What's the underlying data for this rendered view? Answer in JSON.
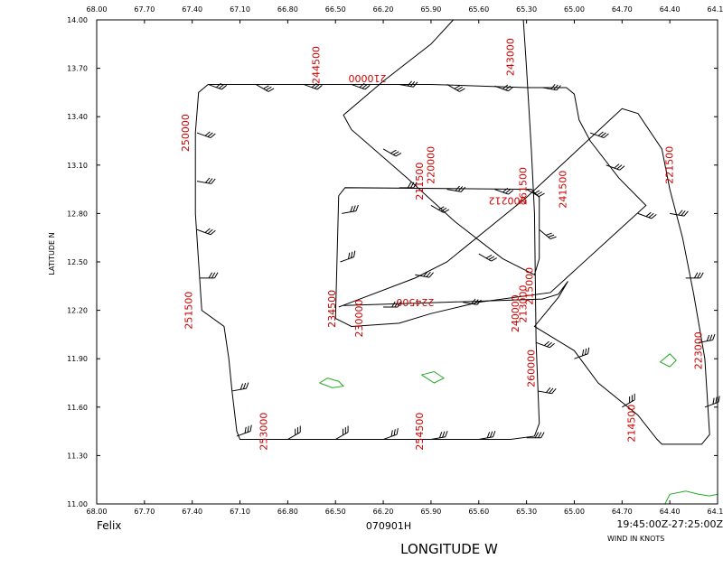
{
  "chart_data": {
    "type": "scatter",
    "title": "",
    "storm_name": "Felix",
    "flight_id": "070901H",
    "time_range": "19:45:00Z-27:25:00Z",
    "units_note": "WIND IN KNOTS",
    "xlabel": "LONGITUDE   W",
    "ylabel": "LATITUDE   N",
    "x_ticks": [
      "68.00",
      "67.70",
      "67.40",
      "67.10",
      "66.80",
      "66.50",
      "66.20",
      "65.90",
      "65.60",
      "65.30",
      "65.00",
      "64.70",
      "64.40",
      "64.10"
    ],
    "y_ticks": [
      "11.00",
      "11.30",
      "11.60",
      "11.90",
      "12.20",
      "12.50",
      "12.80",
      "13.10",
      "13.40",
      "13.70",
      "14.00"
    ],
    "xlim": [
      68.0,
      64.1
    ],
    "ylim": [
      11.0,
      14.0
    ],
    "grid": false,
    "legend": "none",
    "colors": {
      "track": "#000000",
      "time_label": "#cc0000",
      "coast": "#22aa22"
    },
    "flight_track": [
      {
        "lon": 65.76,
        "lat": 14.0
      },
      {
        "lon": 65.9,
        "lat": 13.85
      },
      {
        "lon": 66.2,
        "lat": 13.62
      },
      {
        "lon": 66.45,
        "lat": 13.41
      },
      {
        "lon": 66.4,
        "lat": 13.32
      },
      {
        "lon": 66.05,
        "lat": 13.02
      },
      {
        "lon": 65.75,
        "lat": 12.75
      },
      {
        "lon": 65.45,
        "lat": 12.52
      },
      {
        "lon": 65.25,
        "lat": 12.42
      },
      {
        "lon": 65.22,
        "lat": 12.52
      },
      {
        "lon": 65.22,
        "lat": 12.9
      },
      {
        "lon": 65.27,
        "lat": 12.95
      },
      {
        "lon": 66.44,
        "lat": 12.96
      },
      {
        "lon": 66.48,
        "lat": 12.91
      },
      {
        "lon": 66.5,
        "lat": 12.15
      },
      {
        "lon": 66.4,
        "lat": 12.1
      },
      {
        "lon": 66.1,
        "lat": 12.12
      },
      {
        "lon": 65.9,
        "lat": 12.18
      },
      {
        "lon": 65.6,
        "lat": 12.25
      },
      {
        "lon": 65.15,
        "lat": 12.31
      },
      {
        "lon": 65.05,
        "lat": 12.4
      },
      {
        "lon": 64.55,
        "lat": 12.85
      },
      {
        "lon": 64.72,
        "lat": 13.02
      },
      {
        "lon": 64.9,
        "lat": 13.25
      },
      {
        "lon": 64.97,
        "lat": 13.38
      },
      {
        "lon": 65.0,
        "lat": 13.54
      },
      {
        "lon": 65.05,
        "lat": 13.58
      },
      {
        "lon": 65.3,
        "lat": 13.58
      },
      {
        "lon": 65.9,
        "lat": 13.6
      },
      {
        "lon": 66.2,
        "lat": 13.6
      },
      {
        "lon": 67.3,
        "lat": 13.6
      },
      {
        "lon": 67.36,
        "lat": 13.55
      },
      {
        "lon": 67.38,
        "lat": 13.3
      },
      {
        "lon": 67.38,
        "lat": 12.8
      },
      {
        "lon": 67.36,
        "lat": 12.5
      },
      {
        "lon": 67.34,
        "lat": 12.2
      },
      {
        "lon": 67.2,
        "lat": 12.1
      },
      {
        "lon": 67.17,
        "lat": 11.9
      },
      {
        "lon": 67.15,
        "lat": 11.7
      },
      {
        "lon": 67.12,
        "lat": 11.45
      },
      {
        "lon": 67.1,
        "lat": 11.4
      },
      {
        "lon": 66.0,
        "lat": 11.4
      },
      {
        "lon": 65.4,
        "lat": 11.4
      },
      {
        "lon": 65.25,
        "lat": 11.42
      },
      {
        "lon": 65.22,
        "lat": 11.5
      },
      {
        "lon": 65.24,
        "lat": 12.0
      },
      {
        "lon": 65.25,
        "lat": 12.8
      },
      {
        "lon": 65.27,
        "lat": 13.2
      },
      {
        "lon": 65.3,
        "lat": 13.7
      },
      {
        "lon": 65.32,
        "lat": 14.0
      }
    ],
    "flight_track_2": [
      {
        "lon": 66.45,
        "lat": 12.23
      },
      {
        "lon": 65.8,
        "lat": 12.25
      },
      {
        "lon": 65.2,
        "lat": 12.27
      },
      {
        "lon": 65.1,
        "lat": 12.3
      },
      {
        "lon": 65.04,
        "lat": 12.38
      },
      {
        "lon": 65.1,
        "lat": 12.28
      },
      {
        "lon": 65.25,
        "lat": 12.1
      },
      {
        "lon": 65.0,
        "lat": 11.95
      },
      {
        "lon": 64.85,
        "lat": 11.75
      },
      {
        "lon": 64.6,
        "lat": 11.55
      },
      {
        "lon": 64.48,
        "lat": 11.4
      },
      {
        "lon": 64.45,
        "lat": 11.37
      },
      {
        "lon": 64.2,
        "lat": 11.37
      },
      {
        "lon": 64.15,
        "lat": 11.43
      },
      {
        "lon": 64.18,
        "lat": 11.9
      },
      {
        "lon": 64.25,
        "lat": 12.3
      },
      {
        "lon": 64.32,
        "lat": 12.65
      },
      {
        "lon": 64.4,
        "lat": 12.95
      },
      {
        "lon": 64.45,
        "lat": 13.2
      },
      {
        "lon": 64.6,
        "lat": 13.42
      },
      {
        "lon": 64.7,
        "lat": 13.45
      },
      {
        "lon": 65.3,
        "lat": 12.9
      },
      {
        "lon": 65.8,
        "lat": 12.5
      },
      {
        "lon": 66.0,
        "lat": 12.4
      },
      {
        "lon": 66.48,
        "lat": 12.22
      }
    ],
    "time_labels": [
      {
        "text": "244500",
        "lon": 66.6,
        "lat": 13.72,
        "rotate": -90
      },
      {
        "text": "210000",
        "lon": 66.3,
        "lat": 13.66,
        "rotate": 180
      },
      {
        "text": "243000",
        "lon": 65.38,
        "lat": 13.77,
        "rotate": -90
      },
      {
        "text": "250000",
        "lon": 67.42,
        "lat": 13.3,
        "rotate": -90
      },
      {
        "text": "221500",
        "lon": 64.38,
        "lat": 13.1,
        "rotate": -90
      },
      {
        "text": "211500",
        "lon": 65.95,
        "lat": 13.0,
        "rotate": -90
      },
      {
        "text": "220000",
        "lon": 65.88,
        "lat": 13.1,
        "rotate": -90
      },
      {
        "text": "241500",
        "lon": 65.05,
        "lat": 12.95,
        "rotate": -90
      },
      {
        "text": "000212",
        "lon": 65.42,
        "lat": 12.9,
        "rotate": 180
      },
      {
        "text": "261500",
        "lon": 65.3,
        "lat": 12.97,
        "rotate": -90
      },
      {
        "text": "215000",
        "lon": 65.26,
        "lat": 12.35,
        "rotate": -90
      },
      {
        "text": "251500",
        "lon": 67.4,
        "lat": 12.2,
        "rotate": -90
      },
      {
        "text": "234500",
        "lon": 66.5,
        "lat": 12.21,
        "rotate": -90
      },
      {
        "text": "224500",
        "lon": 66.0,
        "lat": 12.27,
        "rotate": 180
      },
      {
        "text": "240000",
        "lon": 65.35,
        "lat": 12.18,
        "rotate": -90
      },
      {
        "text": "213000",
        "lon": 65.3,
        "lat": 12.24,
        "rotate": -90
      },
      {
        "text": "230000",
        "lon": 66.33,
        "lat": 12.15,
        "rotate": -90
      },
      {
        "text": "223000",
        "lon": 64.2,
        "lat": 11.95,
        "rotate": -90
      },
      {
        "text": "260000",
        "lon": 65.25,
        "lat": 11.84,
        "rotate": -90
      },
      {
        "text": "253000",
        "lon": 66.93,
        "lat": 11.45,
        "rotate": -90
      },
      {
        "text": "254500",
        "lon": 65.95,
        "lat": 11.45,
        "rotate": -90
      },
      {
        "text": "214500",
        "lon": 64.62,
        "lat": 11.5,
        "rotate": -90
      }
    ],
    "wind_barbs": [
      {
        "lon": 66.7,
        "lat": 13.6,
        "dir": 110
      },
      {
        "lon": 66.4,
        "lat": 13.6,
        "dir": 110
      },
      {
        "lon": 66.1,
        "lat": 13.6,
        "dir": 100
      },
      {
        "lon": 65.8,
        "lat": 13.6,
        "dir": 120
      },
      {
        "lon": 65.5,
        "lat": 13.59,
        "dir": 110
      },
      {
        "lon": 65.2,
        "lat": 13.58,
        "dir": 100
      },
      {
        "lon": 67.0,
        "lat": 13.6,
        "dir": 120
      },
      {
        "lon": 67.3,
        "lat": 13.6,
        "dir": 110
      },
      {
        "lon": 67.37,
        "lat": 13.3,
        "dir": 110
      },
      {
        "lon": 67.37,
        "lat": 13.0,
        "dir": 100
      },
      {
        "lon": 67.37,
        "lat": 12.7,
        "dir": 110
      },
      {
        "lon": 67.35,
        "lat": 12.4,
        "dir": 90
      },
      {
        "lon": 67.15,
        "lat": 11.7,
        "dir": 80
      },
      {
        "lon": 67.12,
        "lat": 11.42,
        "dir": 70
      },
      {
        "lon": 66.8,
        "lat": 11.4,
        "dir": 60
      },
      {
        "lon": 66.5,
        "lat": 11.4,
        "dir": 60
      },
      {
        "lon": 66.2,
        "lat": 11.4,
        "dir": 70
      },
      {
        "lon": 65.9,
        "lat": 11.4,
        "dir": 80
      },
      {
        "lon": 65.6,
        "lat": 11.4,
        "dir": 80
      },
      {
        "lon": 65.3,
        "lat": 11.41,
        "dir": 90
      },
      {
        "lon": 65.23,
        "lat": 11.7,
        "dir": 100
      },
      {
        "lon": 65.24,
        "lat": 12.0,
        "dir": 110
      },
      {
        "lon": 66.46,
        "lat": 12.8,
        "dir": 80
      },
      {
        "lon": 66.47,
        "lat": 12.5,
        "dir": 70
      },
      {
        "lon": 66.1,
        "lat": 12.96,
        "dir": 90
      },
      {
        "lon": 65.8,
        "lat": 12.95,
        "dir": 100
      },
      {
        "lon": 65.5,
        "lat": 12.95,
        "dir": 110
      },
      {
        "lon": 65.22,
        "lat": 12.7,
        "dir": 130
      },
      {
        "lon": 64.8,
        "lat": 13.1,
        "dir": 110
      },
      {
        "lon": 64.6,
        "lat": 12.8,
        "dir": 110
      },
      {
        "lon": 64.4,
        "lat": 12.8,
        "dir": 100
      },
      {
        "lon": 64.3,
        "lat": 12.4,
        "dir": 90
      },
      {
        "lon": 64.22,
        "lat": 12.0,
        "dir": 80
      },
      {
        "lon": 64.18,
        "lat": 11.6,
        "dir": 70
      },
      {
        "lon": 64.7,
        "lat": 11.6,
        "dir": 60
      },
      {
        "lon": 65.0,
        "lat": 11.9,
        "dir": 70
      },
      {
        "lon": 66.2,
        "lat": 12.22,
        "dir": 90
      },
      {
        "lon": 65.7,
        "lat": 12.25,
        "dir": 100
      },
      {
        "lon": 65.9,
        "lat": 12.85,
        "dir": 120
      },
      {
        "lon": 66.2,
        "lat": 13.2,
        "dir": 120
      },
      {
        "lon": 65.6,
        "lat": 12.55,
        "dir": 120
      },
      {
        "lon": 65.3,
        "lat": 12.95,
        "dir": 120
      },
      {
        "lon": 64.9,
        "lat": 13.3,
        "dir": 110
      },
      {
        "lon": 66.0,
        "lat": 12.42,
        "dir": 100
      }
    ],
    "coastlines": [
      [
        {
          "lon": 66.6,
          "lat": 11.75
        },
        {
          "lon": 66.55,
          "lat": 11.78
        },
        {
          "lon": 66.48,
          "lat": 11.76
        },
        {
          "lon": 66.45,
          "lat": 11.73
        },
        {
          "lon": 66.52,
          "lat": 11.72
        },
        {
          "lon": 66.6,
          "lat": 11.75
        }
      ],
      [
        {
          "lon": 65.96,
          "lat": 11.8
        },
        {
          "lon": 65.88,
          "lat": 11.82
        },
        {
          "lon": 65.82,
          "lat": 11.78
        },
        {
          "lon": 65.88,
          "lat": 11.75
        },
        {
          "lon": 65.96,
          "lat": 11.8
        }
      ],
      [
        {
          "lon": 64.4,
          "lat": 11.85
        },
        {
          "lon": 64.36,
          "lat": 11.89
        },
        {
          "lon": 64.4,
          "lat": 11.93
        },
        {
          "lon": 64.46,
          "lat": 11.88
        },
        {
          "lon": 64.4,
          "lat": 11.85
        }
      ],
      [
        {
          "lon": 64.43,
          "lat": 11.0
        },
        {
          "lon": 64.4,
          "lat": 11.06
        },
        {
          "lon": 64.3,
          "lat": 11.08
        },
        {
          "lon": 64.22,
          "lat": 11.06
        },
        {
          "lon": 64.15,
          "lat": 11.05
        },
        {
          "lon": 64.1,
          "lat": 11.06
        }
      ]
    ]
  }
}
